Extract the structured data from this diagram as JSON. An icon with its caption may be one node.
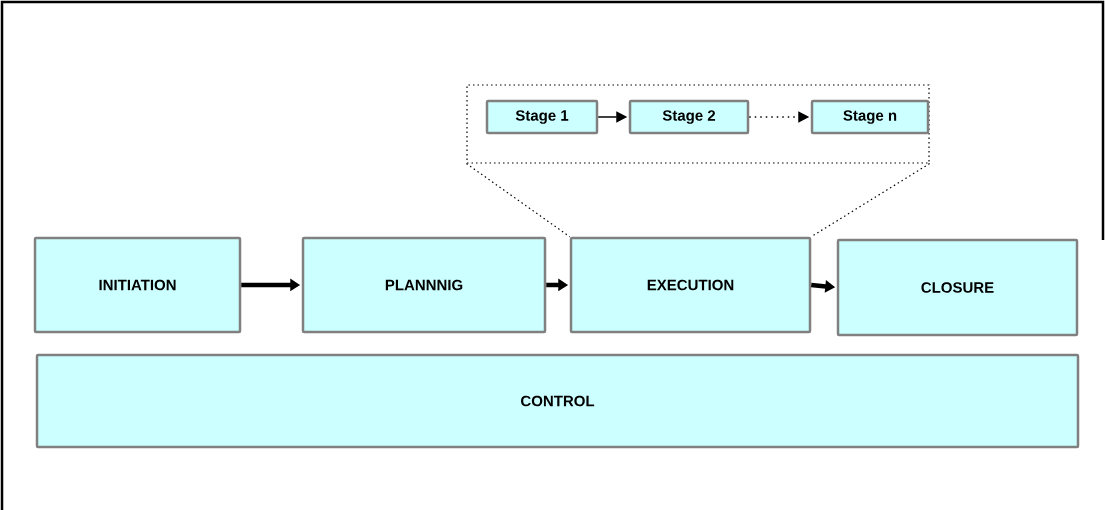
{
  "diagram": {
    "nodes": [
      {
        "text": [
          "INITIATION"
        ]
      },
      {
        "text": [
          "PLANNNIG"
        ]
      },
      {
        "text": [
          "EXECUTION"
        ]
      },
      {
        "text": [
          "CLOSURE"
        ]
      },
      {
        "text": [
          "CONTROL"
        ]
      },
      {
        "text": [],
        "shape": "box"
      },
      {
        "text": [
          "Stage 1"
        ],
        "in": 5
      },
      {
        "text": [
          "Stage 2"
        ],
        "in": 5
      },
      {
        "text": [
          "Stage n"
        ],
        "in": 5
      }
    ],
    "edges": [
      {
        "from": 0,
        "to": 1,
        "arrow": "to",
        "style": "thick"
      },
      {
        "from": 1,
        "to": 2,
        "arrow": "to",
        "style": "thick"
      },
      {
        "from": 2,
        "to": 3,
        "arrow": "to",
        "style": "thick"
      },
      {
        "from": 6,
        "to": 7,
        "arrow": "to"
      },
      {
        "from": 7,
        "to": 8,
        "arrow": "to",
        "style": "dashed"
      },
      {
        "from": 5,
        "to": 2,
        "arrow": "none",
        "style": "dashed"
      },
      {
        "from": 5,
        "to": 2,
        "arrow": "none",
        "style": "dashed"
      }
    ]
  }
}
